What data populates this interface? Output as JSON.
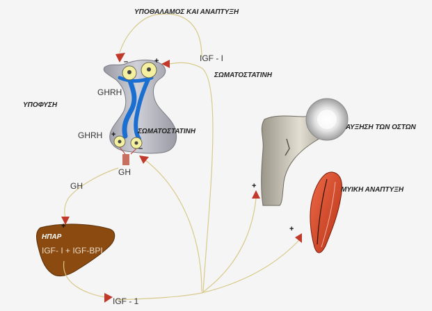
{
  "title": "ΥΠΟΘΑΛΑΜΟΣ ΚΑΙ ΑΝΑΠΤΥΞΗ",
  "labels": {
    "pituitary": "ΥΠΟΦΥΣΗ",
    "ghrh_top": "GHRH",
    "ghrh_bottom": "GHRH",
    "somatostatin_top": "ΣΩΜΑΤΟΣΤΑΤΙΝΗ",
    "somatostatin_mid": "ΣΩΜΑΤΟΣΤΑΤΙΝΗ",
    "igf_feedback": "IGF - I",
    "gh_release": "GH",
    "gh_circulation": "GH",
    "liver": "ΗΠΑΡ",
    "liver_product": "IGF- I + IGF-BPI",
    "igf_bottom": "IGF - 1",
    "bone_growth": "ΑΥΞΗΣΗ ΤΩΝ ΟΣΤΩΝ",
    "muscle_growth": "ΜΥΙΚΗ ΑΝΑΠΤΥΞΗ"
  },
  "signs": {
    "minus_hypo_left": "–",
    "plus_hypo_right": "+",
    "plus_pit_left": "+",
    "minus_pit_right": "–",
    "plus_liver": "+",
    "plus_bone": "+",
    "plus_muscle": "+"
  },
  "colors": {
    "arrow_line": "#d8c98a",
    "arrowhead": "#c0392b",
    "pituitary_fill": "#b8b8c0",
    "pathway_blue": "#1a6fd0",
    "liver_fill": "#8b4a0f",
    "muscle_fill": "#d94a2a",
    "bone_fill": "#cfcbb8",
    "neuron_fill": "#f4f0a0"
  }
}
